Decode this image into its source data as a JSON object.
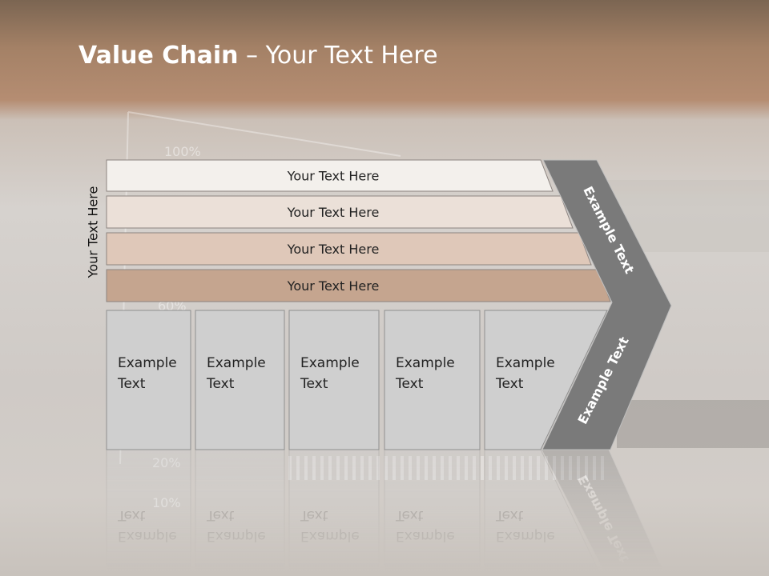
{
  "title": {
    "bold": "Value Chain",
    "rest": " – Your Text Here"
  },
  "vertical_label": "Your Text Here",
  "bars": [
    {
      "label": "Your Text Here",
      "color": "#f3f0ec"
    },
    {
      "label": "Your Text Here",
      "color": "#ebe0d8"
    },
    {
      "label": "Your Text Here",
      "color": "#dfc8b9"
    },
    {
      "label": "Your Text Here",
      "color": "#c5a58f"
    }
  ],
  "boxes": [
    {
      "line1": "Example",
      "line2": "Text"
    },
    {
      "line1": "Example",
      "line2": "Text"
    },
    {
      "line1": "Example",
      "line2": "Text"
    },
    {
      "line1": "Example",
      "line2": "Text"
    },
    {
      "line1": "Example",
      "line2": "Text"
    }
  ],
  "chevron": {
    "upper": "Example Text",
    "lower": "Example Text",
    "color": "#7a7a7a"
  },
  "background_ticks": [
    "100%",
    "60%",
    "20%",
    "10%"
  ]
}
